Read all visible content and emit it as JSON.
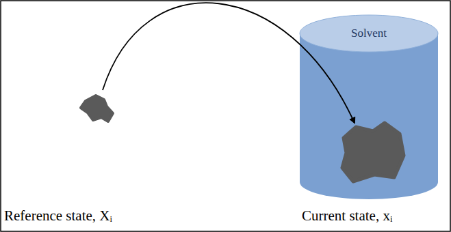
{
  "diagram": {
    "nodes": [
      {
        "text": [
          "Solvent"
        ]
      }
    ],
    "labels": [
      "Reference state, Xᵢ",
      "Current state, xᵢ"
    ]
  }
}
